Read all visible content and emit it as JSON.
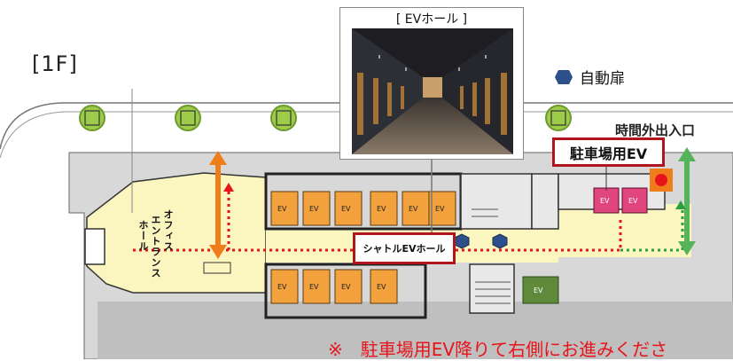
{
  "floor": "[1F]",
  "photo": {
    "title": "[ EVホール ]"
  },
  "legend": {
    "label": "自動扉",
    "icon": "hexagon-icon"
  },
  "labels": {
    "night_entrance": "時間外出入口",
    "parking_ev": "駐車場用EV",
    "shuttle_ev_hall": "シャトルEVホール",
    "office_entrance": [
      "オフィス",
      "エントランス",
      "ホール"
    ],
    "ev": "EV"
  },
  "notice": "※　駐車場用EV降りて右側にお進みくださ"
}
